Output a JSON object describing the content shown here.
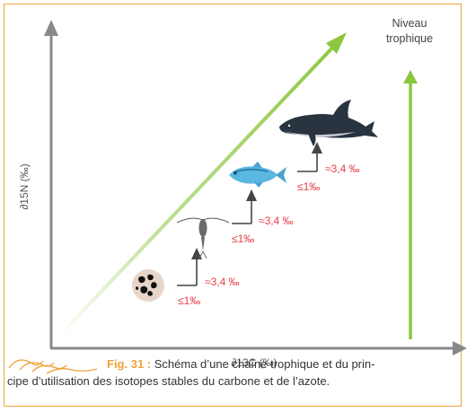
{
  "diagram": {
    "y_axis_label": "∂15N (‰)",
    "x_axis_label": "∂13C (‰)",
    "trophic_axis_label": [
      "Niveau",
      "trophique"
    ],
    "steps": [
      {
        "delta_n": "≈3,4 ‰",
        "delta_c": "≤1‰"
      },
      {
        "delta_n": "≈3,4 ‰",
        "delta_c": "≤1‰"
      },
      {
        "delta_n": "≈3,4 ‰",
        "delta_c": "≤1‰"
      }
    ],
    "organisms": [
      "phytoplankton",
      "copepod",
      "fish",
      "dolphin"
    ]
  },
  "caption": {
    "figure_number": "Fig. 31 :",
    "text_line1": " Schéma d’une chaîne trophique et du prin-",
    "text_line2": "cipe d’utilisation des isotopes stables du carbone et de l’azote."
  },
  "colors": {
    "frame": "#f0a23a",
    "axis": "#888888",
    "green_arrow": "#8cc63f",
    "annotation_red": "#e8404a",
    "dolphin": "#2a3340",
    "fish": "#5bb8e0"
  }
}
